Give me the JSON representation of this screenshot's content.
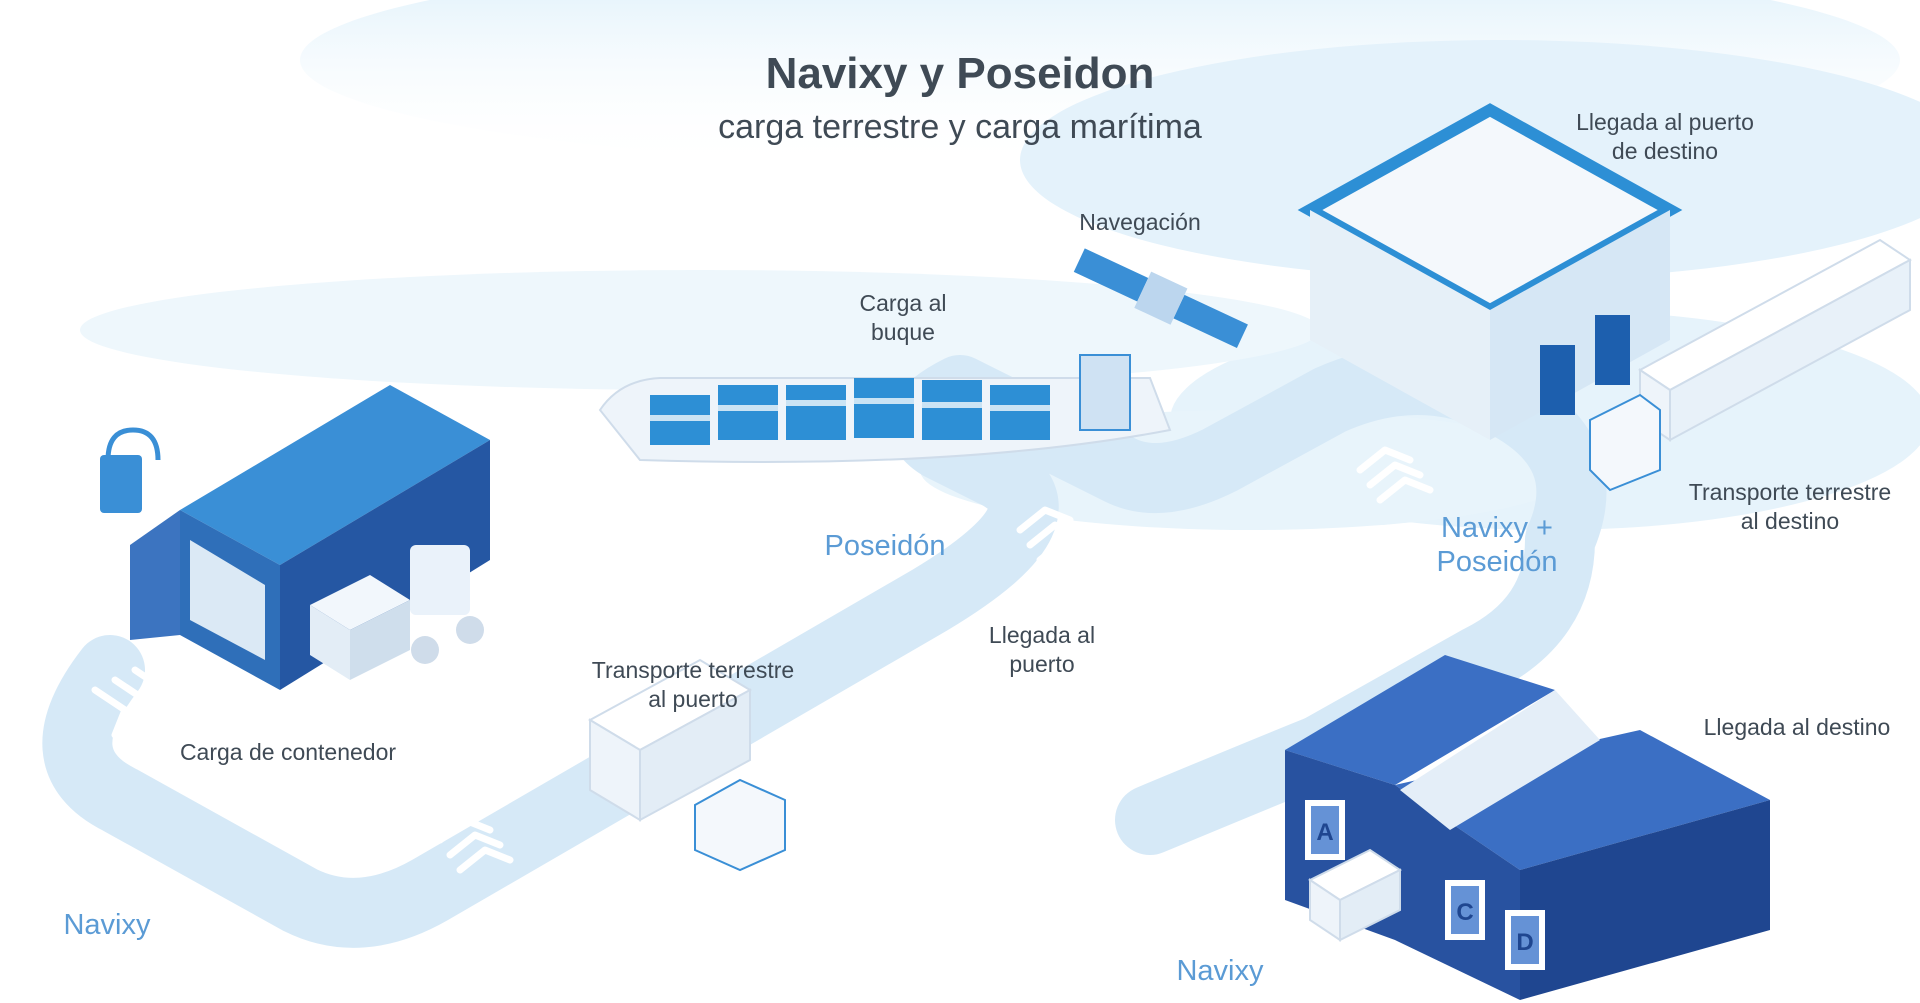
{
  "title": "Navixy y Poseidon",
  "subtitle": "carga terrestre y carga marítima",
  "stages": {
    "container_loading": "Carga de contenedor",
    "land_to_port_1": "Transporte terrestre",
    "land_to_port_2": "al puerto",
    "port_arrival_1": "Llegada al",
    "port_arrival_2": "puerto",
    "ship_loading_1": "Carga al",
    "ship_loading_2": "buque",
    "navigation": "Navegación",
    "dest_port_1": "Llegada al puerto",
    "dest_port_2": "de destino",
    "land_to_dest_1": "Transporte terrestre",
    "land_to_dest_2": "al destino",
    "arrival_destination": "Llegada al destino"
  },
  "systems": {
    "navixy_start": "Navixy",
    "poseidon": "Poseidón",
    "navixy_plus": "Navixy +",
    "poseidon_plus": "Poseidón",
    "navixy_end": "Navixy"
  },
  "warehouse_doors": [
    "A",
    "C",
    "D"
  ],
  "colors": {
    "path": "#d6e9f7",
    "accent": "#2d8fd5",
    "dark_blue": "#1d5fae",
    "label_blue": "#5b9bd5",
    "text": "#3f4a55"
  }
}
